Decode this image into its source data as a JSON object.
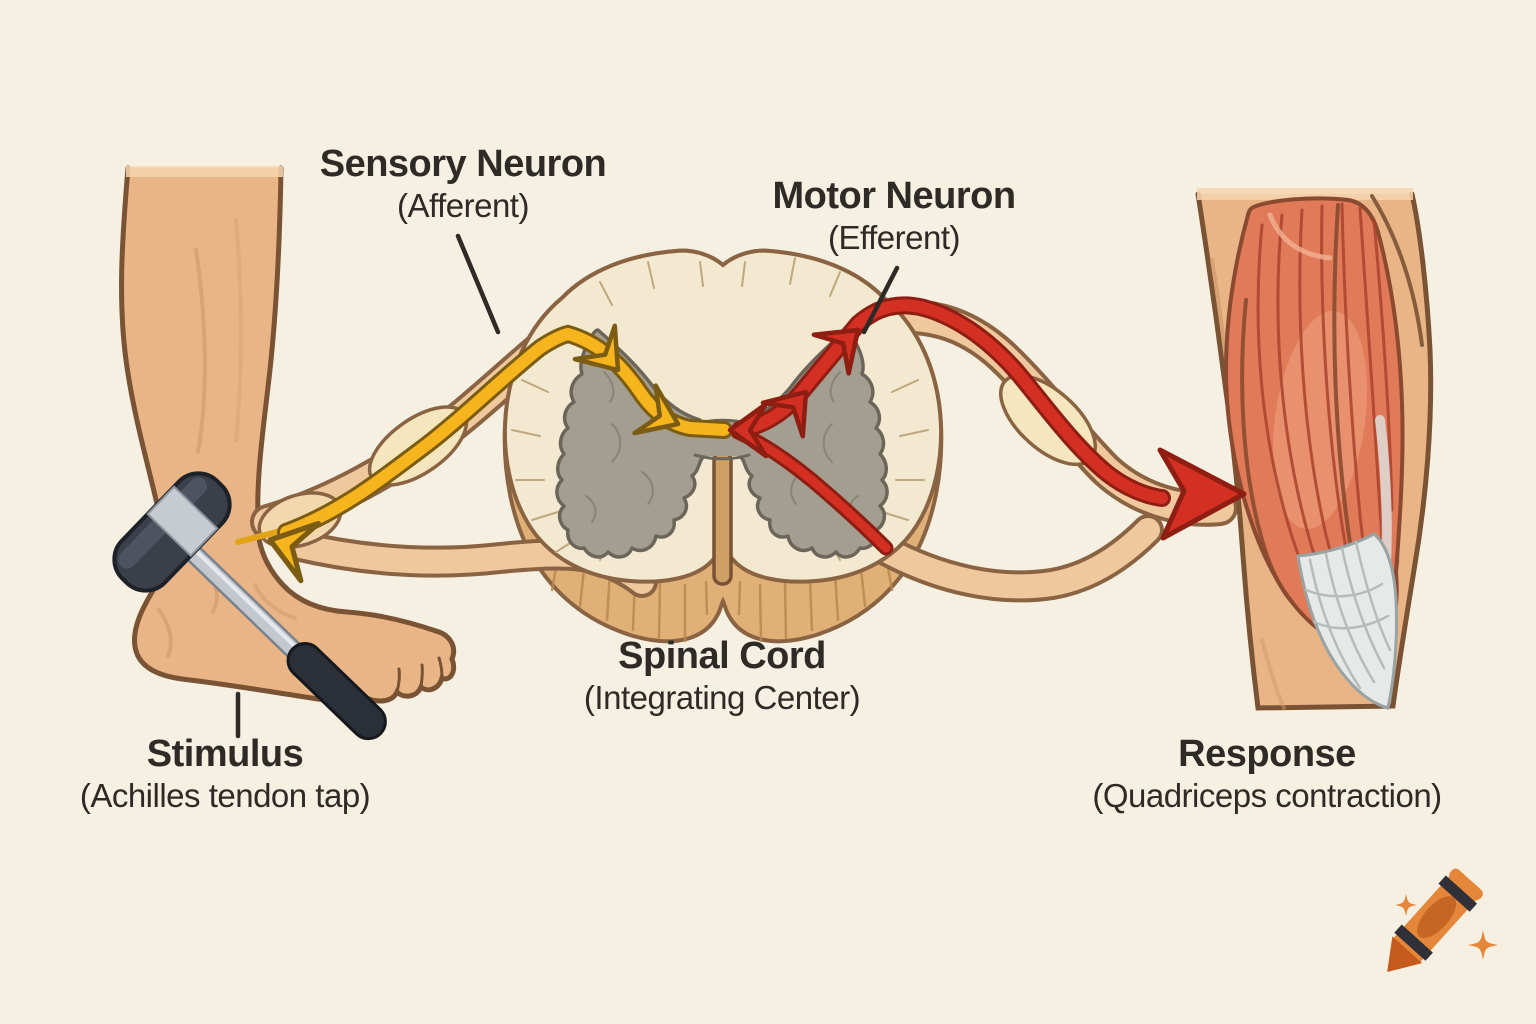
{
  "scene": {
    "background": "#f6f0e3"
  },
  "labels": {
    "sensory_neuron": {
      "title": "Sensory Neuron",
      "subtitle": "(Afferent)"
    },
    "motor_neuron": {
      "title": "Motor Neuron",
      "subtitle": "(Efferent)"
    },
    "spinal_cord": {
      "title": "Spinal Cord",
      "subtitle": "(Integrating Center)"
    },
    "stimulus": {
      "title": "Stimulus",
      "subtitle": "(Achilles tendon tap)"
    },
    "response": {
      "title": "Response",
      "subtitle": "(Quadriceps contraction)"
    }
  },
  "illustration": {
    "parts": [
      "ankle-foot-with-reflex-hammer",
      "sensory-nerve-pathway-yellow",
      "spinal-cord-cross-section",
      "motor-nerve-pathway-red",
      "thigh-quadriceps-muscle"
    ]
  },
  "watermark": {
    "icon": "crayon-icon",
    "sparkle_count": 2
  },
  "palette": {
    "bg": "#f6f0e3",
    "ink": "#2e2a25",
    "skin": "#e9b586",
    "skin-light": "#f6d5ae",
    "skin-shade": "#cf9a6b",
    "outline": "#7a5335",
    "nerve": "#efc89e",
    "nerve-outline": "#8a6442",
    "ganglion": "#f6e6bd",
    "ganglion2": "#f3d8ae",
    "cream": "#f3e8d0",
    "cream-line": "#bfa87e",
    "band": "#e0b077",
    "band-line": "#b9884f",
    "fissure": "#cf9f66",
    "gray": "#a49e90",
    "gray-outline": "#6c665a",
    "gray-line": "#837d6f",
    "yellow": "#f6b41d",
    "yellow-dark": "#7c5c12",
    "yellow-tail": "#e2a416",
    "red": "#d32f23",
    "red-dark": "#8e1d12",
    "muscle": "#e07a58",
    "muscle-outline": "#8a4a30",
    "muscle-fiber": "#a8432d",
    "muscle-hi": "#f2a583",
    "tendon": "#e6e9e8",
    "tendon-line": "#b5bcbc",
    "hammer": "#3a3f4a",
    "hammer-edge": "#1d2128",
    "hammer-band": "#c6cad1",
    "hammer-shaft": "#c3c8cf",
    "hammer-shaft-edge": "#7c828c",
    "grip": "#2b2f38",
    "crayon": "#e5873a",
    "crayon-tip": "#c65a1d",
    "crayon-band": "#2f3038",
    "crayon-label": "#c26322"
  }
}
